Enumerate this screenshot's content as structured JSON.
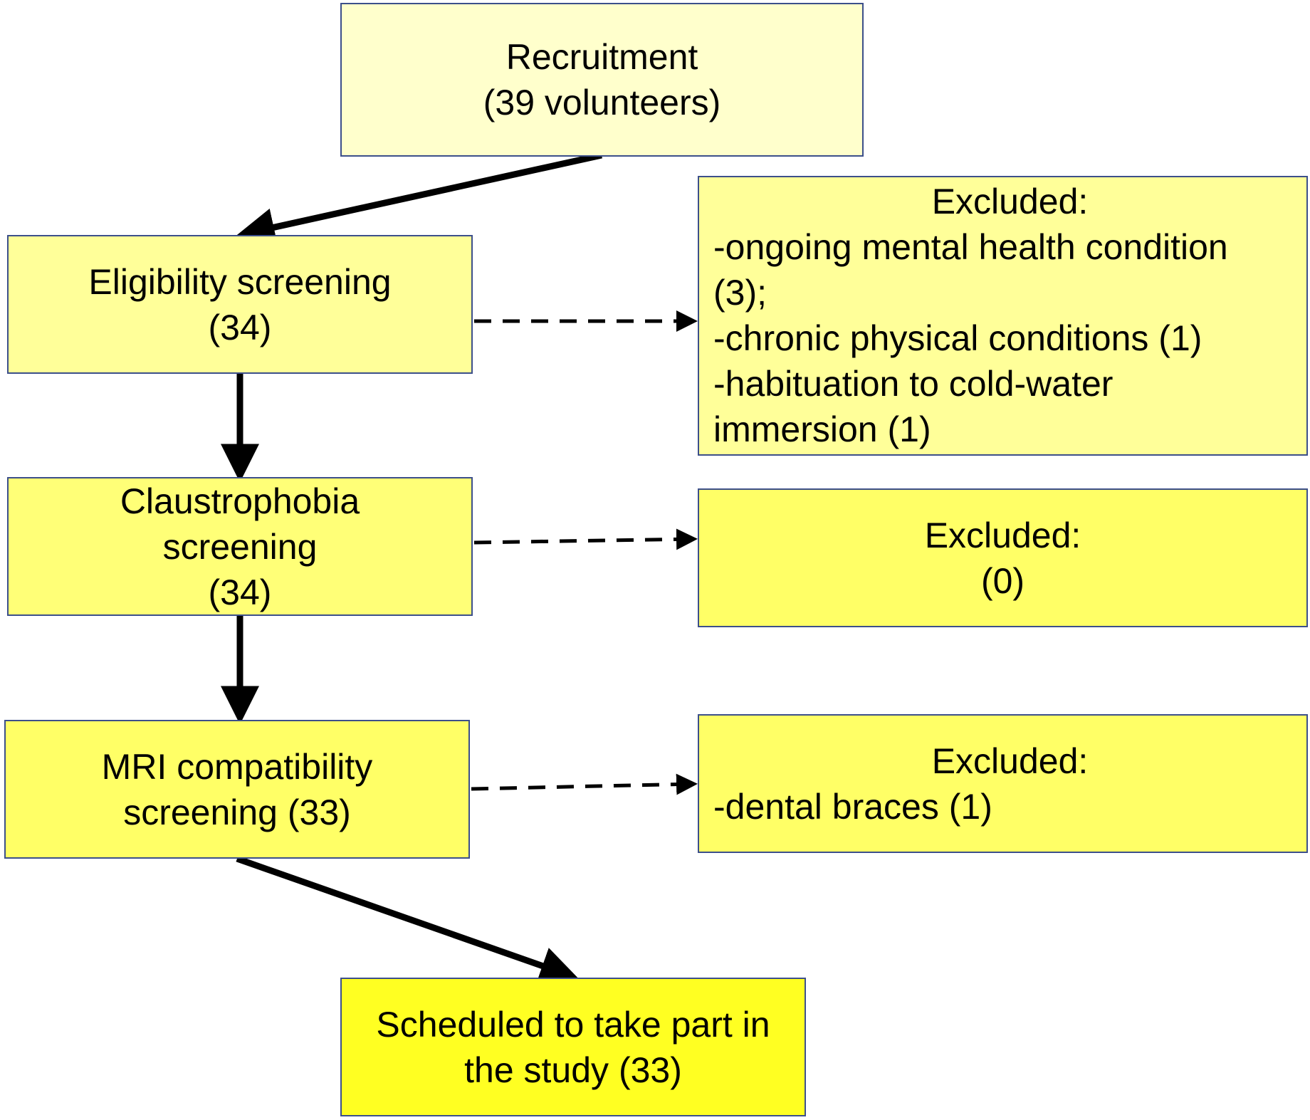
{
  "nodes": {
    "recruitment": {
      "lines": [
        "Recruitment",
        "(39 volunteers)"
      ]
    },
    "eligibility": {
      "lines": [
        "Eligibility screening",
        "(34)"
      ]
    },
    "claustrophobia": {
      "lines": [
        "Claustrophobia",
        "screening",
        "(34)"
      ]
    },
    "mri": {
      "lines": [
        "MRI compatibility",
        "screening (33)"
      ]
    },
    "scheduled": {
      "lines": [
        "Scheduled to take part in",
        "the study (33)"
      ]
    },
    "excluded_1": {
      "heading": "Excluded:",
      "lines": [
        "-ongoing mental health condition",
        "(3);",
        "-chronic physical conditions (1)",
        "-habituation to cold-water",
        "immersion (1)"
      ]
    },
    "excluded_2": {
      "heading": "Excluded:",
      "lines": [
        "(0)"
      ]
    },
    "excluded_3": {
      "heading": "Excluded:",
      "lines": [
        "-dental braces (1)"
      ]
    }
  },
  "colors": {
    "recruitment": "#ffffcc",
    "eligibility": "#ffff99",
    "claustrophobia": "#ffff77",
    "mri": "#ffff66",
    "scheduled": "#ffff22",
    "border": "#3c4f8a",
    "arrow": "#000000"
  }
}
